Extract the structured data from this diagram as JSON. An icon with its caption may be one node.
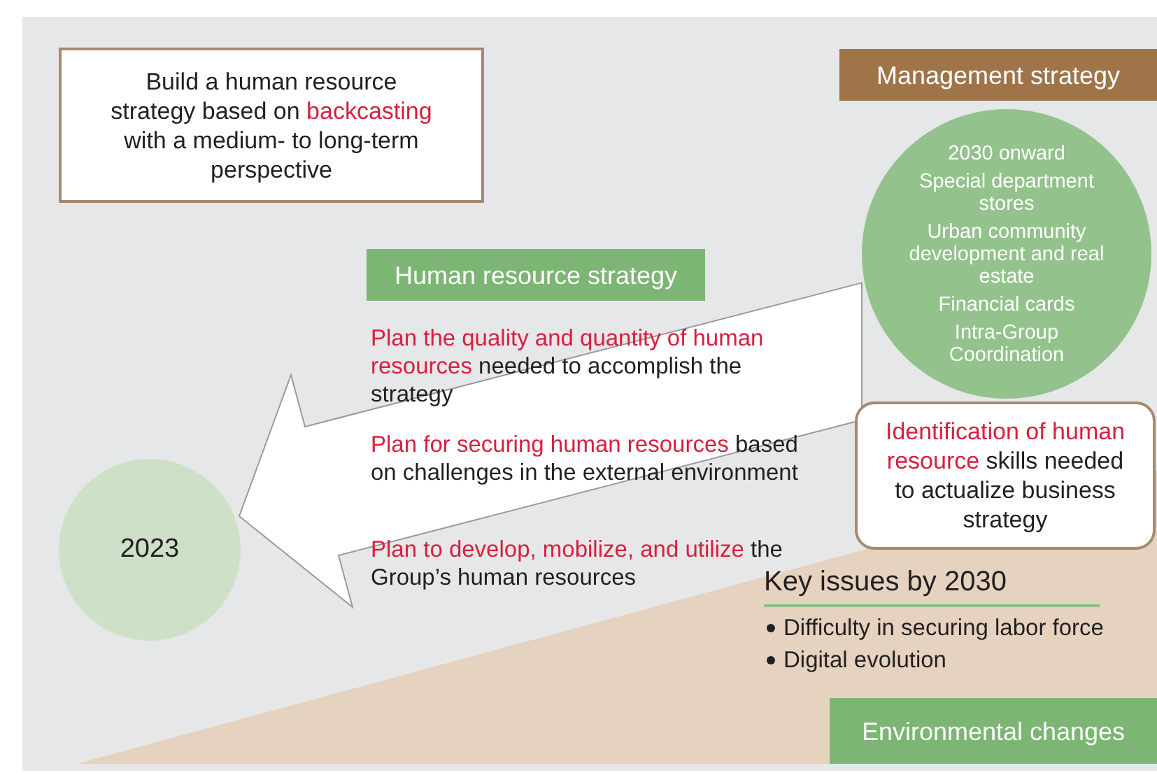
{
  "diagram": {
    "nodes": [
      {
        "text": [
          "Build a human resource strategy based on **backcasting** with a medium- to long-term perspective"
        ]
      },
      {
        "text": [
          "Management strategy"
        ]
      },
      {
        "text": [
          "2030 onward",
          "Special department stores",
          "Urban community development and real estate",
          "Financial cards",
          "Intra-Group Coordination"
        ]
      },
      {
        "text": [
          "Human resource strategy"
        ]
      },
      {
        "text": [
          "2023"
        ]
      },
      {
        "text": [
          "**Identification of human resource** skills needed to actualize business strategy"
        ]
      },
      {
        "text": [
          "Key issues by 2030",
          "Difficulty in securing labor force",
          "Digital evolution"
        ]
      },
      {
        "text": [
          "Environmental changes"
        ],
        "in": 6
      }
    ],
    "edges": [
      {
        "from": 2,
        "to": 4,
        "arrow": "to"
      }
    ],
    "labels": [
      "**Plan the quality and quantity of human resources** needed to accomplish the strategy",
      "**Plan for securing human resources** based on challenges in the external environment",
      "**Plan to develop, mobilize, and utilize** the Group’s human resources"
    ]
  }
}
